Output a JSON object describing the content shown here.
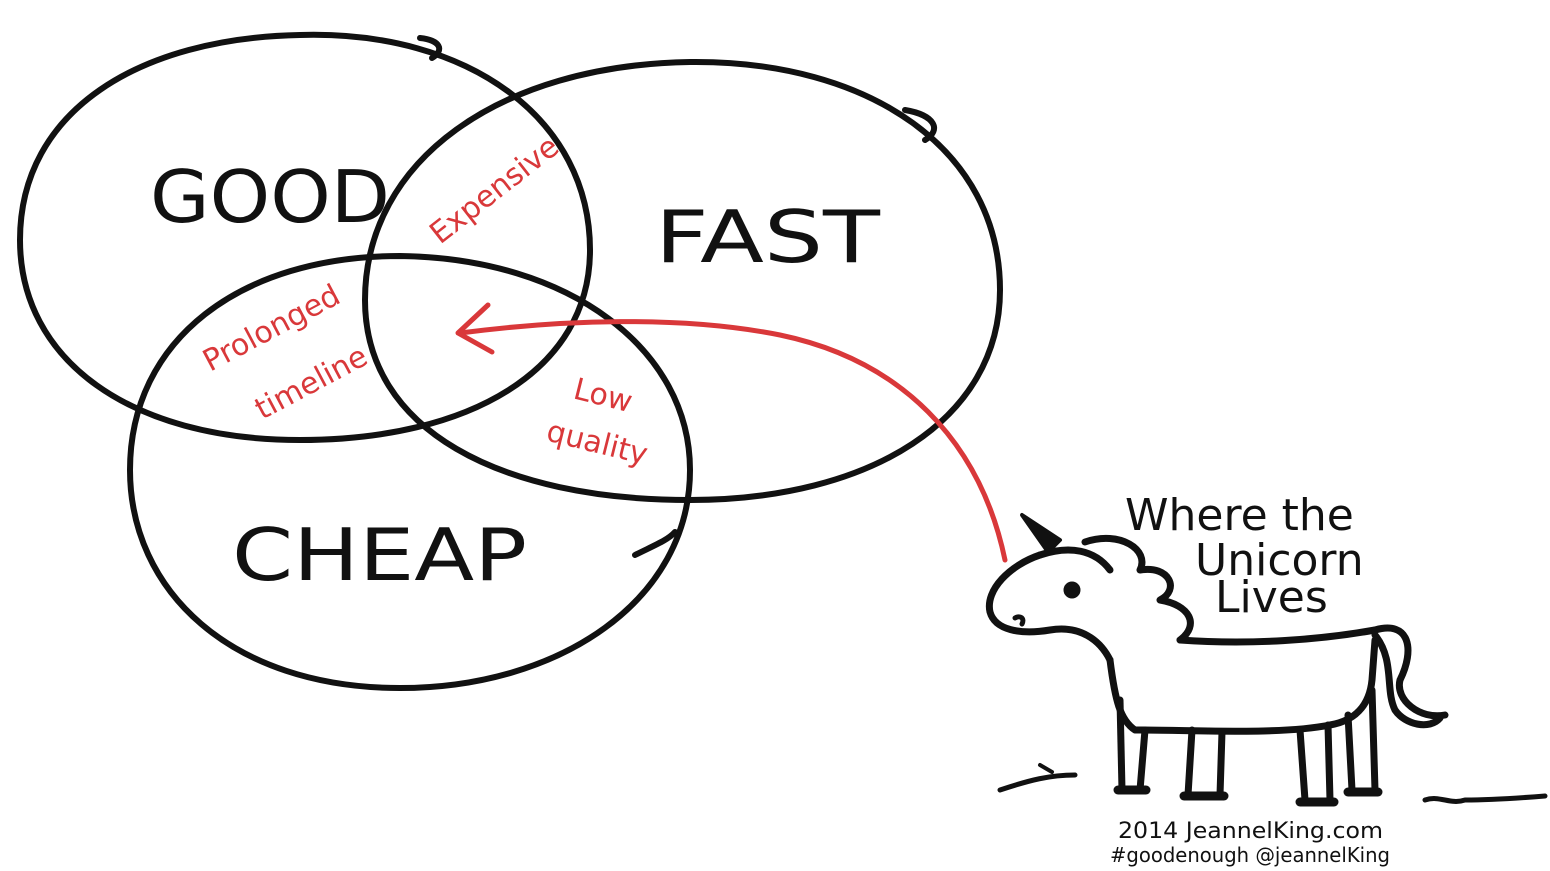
{
  "circles": {
    "good": {
      "label": "GOOD"
    },
    "fast": {
      "label": "FAST"
    },
    "cheap": {
      "label": "CHEAP"
    }
  },
  "overlaps": {
    "good_fast": "Expensive",
    "good_cheap_line1": "Prolonged",
    "good_cheap_line2": "timeline",
    "fast_cheap_line1": "Low",
    "fast_cheap_line2": "quality"
  },
  "unicorn": {
    "caption_line1": "Where the",
    "caption_line2": "Unicorn",
    "caption_line3": "Lives"
  },
  "credit": {
    "line1": "2014 JeannelKing.com",
    "line2": "#goodenough @jeannelKing"
  },
  "colors": {
    "ink": "#111111",
    "accent": "#d9383a",
    "background": "#ffffff"
  }
}
